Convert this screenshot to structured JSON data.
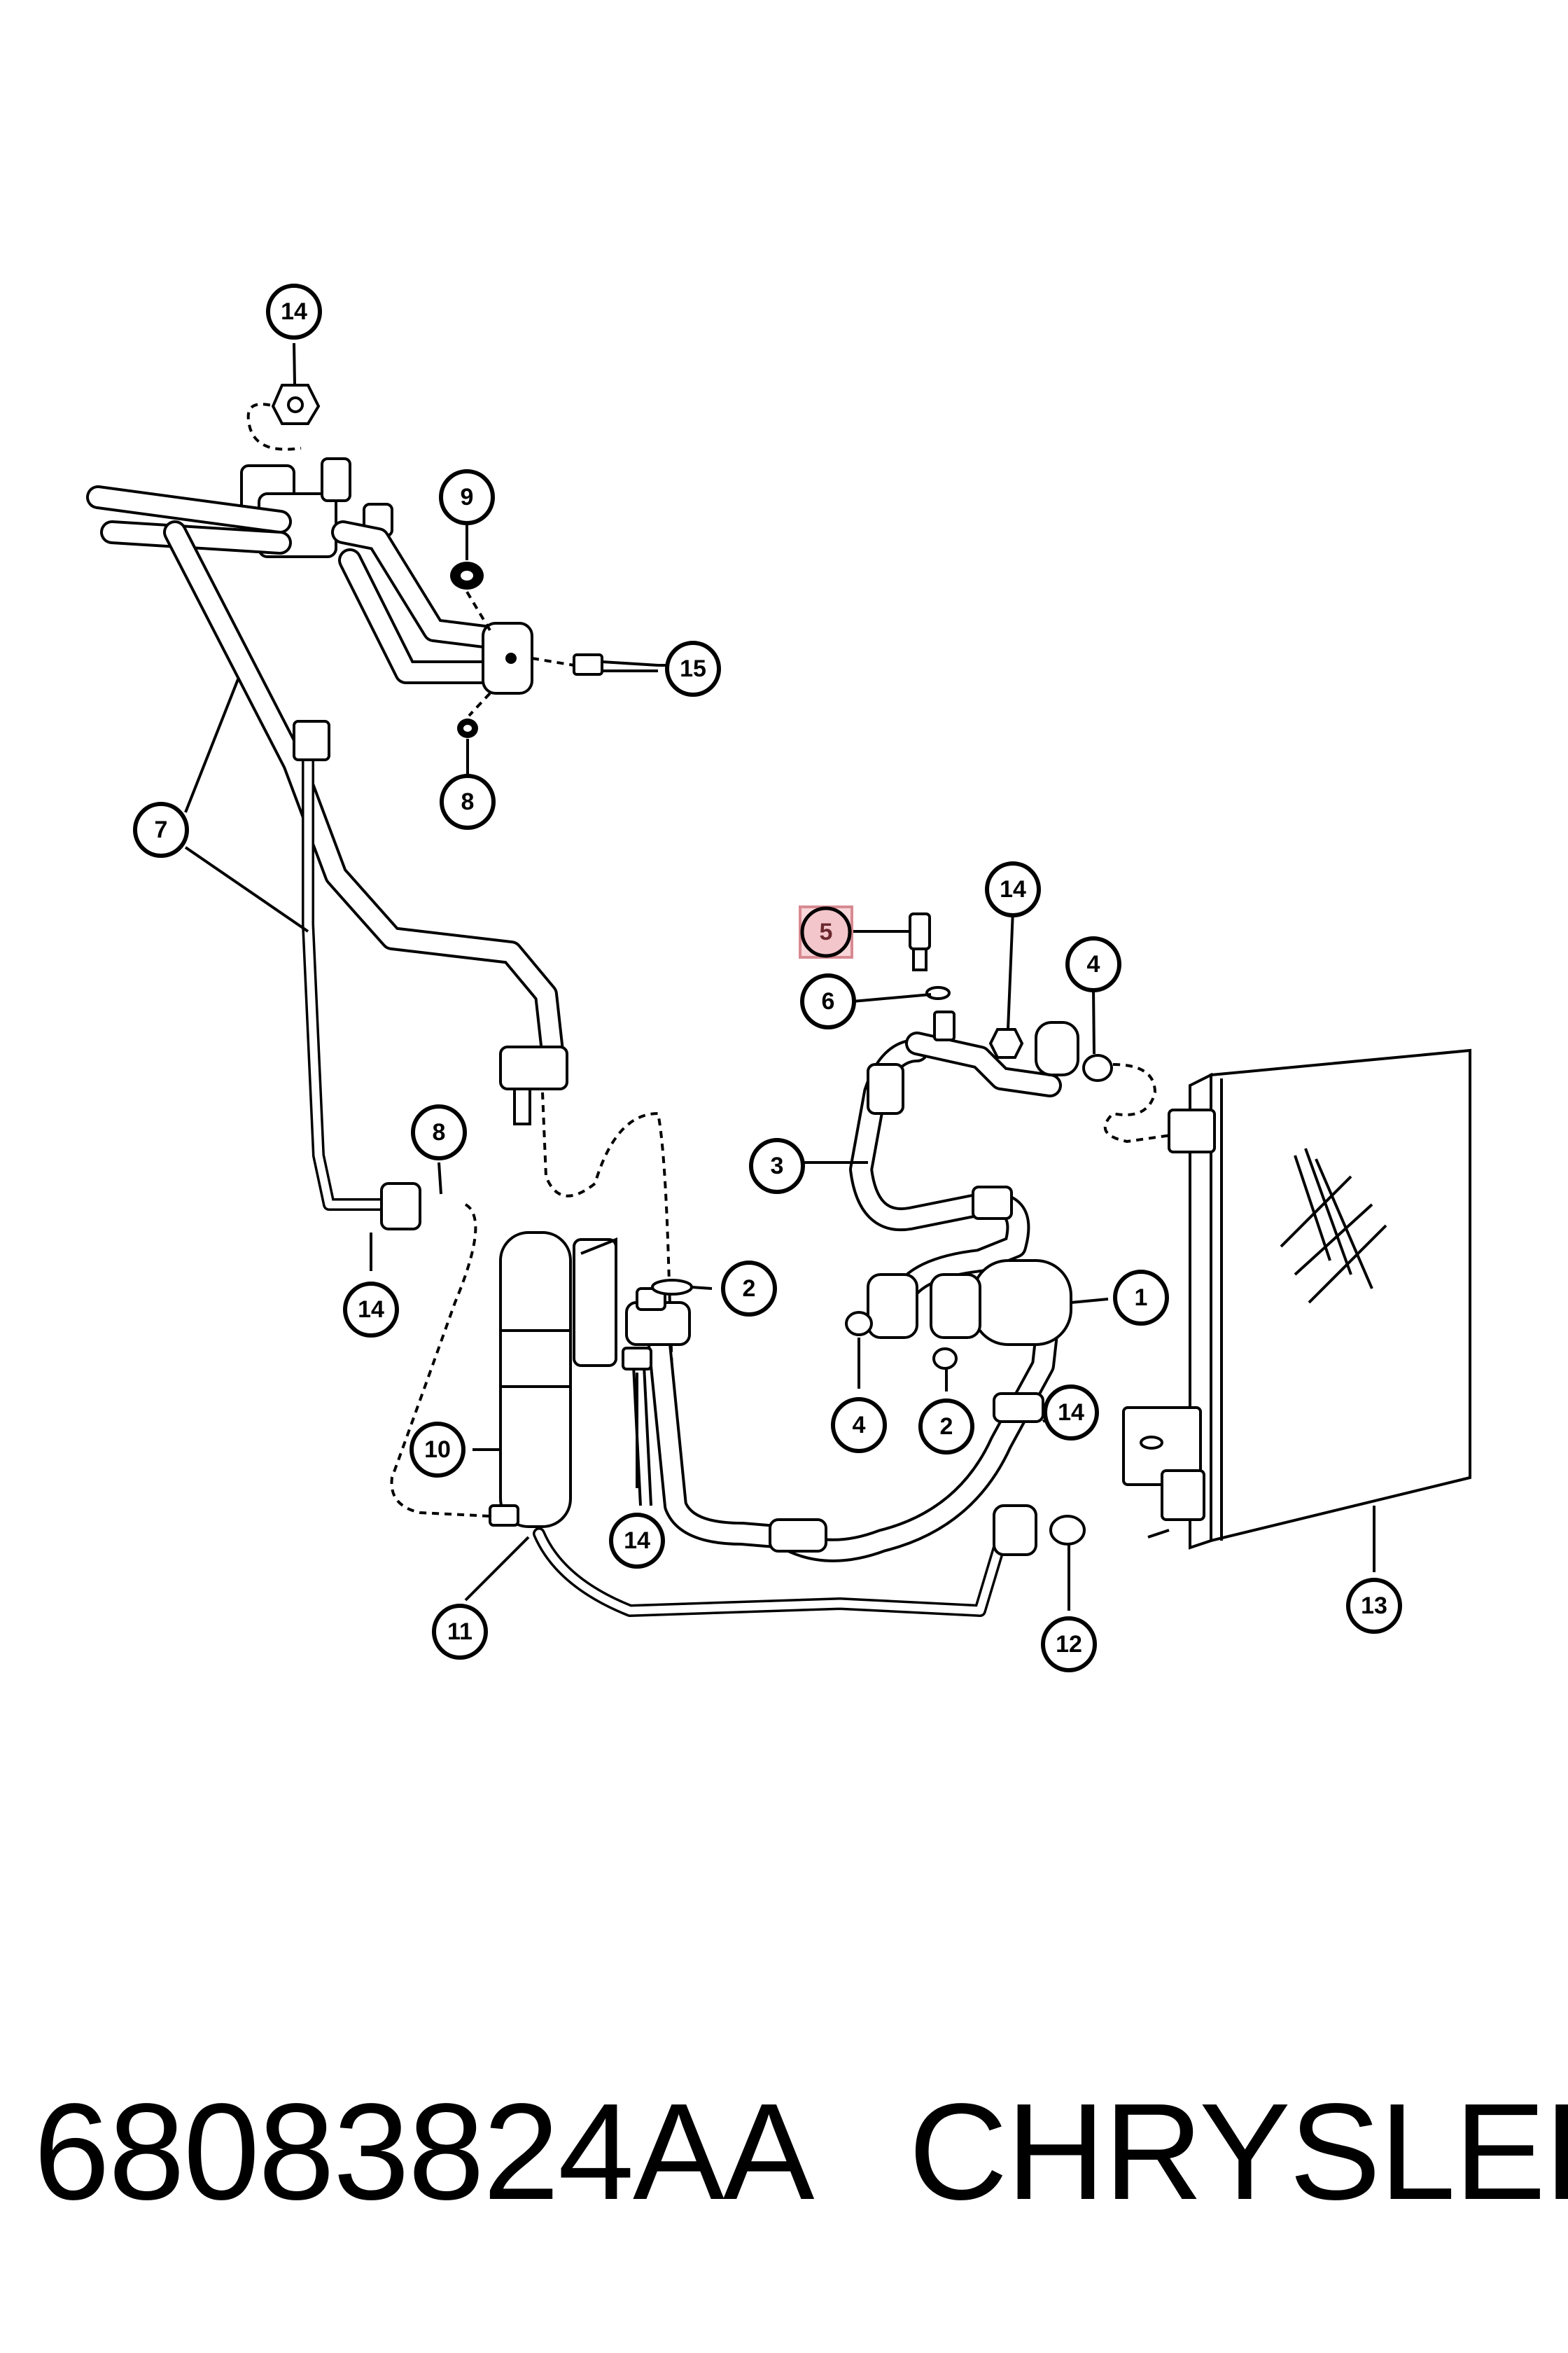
{
  "footer": {
    "part_number": "68083824AA",
    "brand": "CHRYSLER"
  },
  "callouts": [
    {
      "id": "c14-top",
      "label": "14"
    },
    {
      "id": "c9",
      "label": "9"
    },
    {
      "id": "c15",
      "label": "15"
    },
    {
      "id": "c8-top",
      "label": "8"
    },
    {
      "id": "c7",
      "label": "7"
    },
    {
      "id": "c5",
      "label": "5",
      "highlighted": true
    },
    {
      "id": "c6",
      "label": "6"
    },
    {
      "id": "c14-mid",
      "label": "14"
    },
    {
      "id": "c4-right",
      "label": "4"
    },
    {
      "id": "c3",
      "label": "3"
    },
    {
      "id": "c8-left",
      "label": "8"
    },
    {
      "id": "c14-left",
      "label": "14"
    },
    {
      "id": "c2-top",
      "label": "2"
    },
    {
      "id": "c1",
      "label": "1"
    },
    {
      "id": "c4-low",
      "label": "4"
    },
    {
      "id": "c2-low",
      "label": "2"
    },
    {
      "id": "c14-right",
      "label": "14"
    },
    {
      "id": "c10",
      "label": "10"
    },
    {
      "id": "c14-bottom",
      "label": "14"
    },
    {
      "id": "c11",
      "label": "11"
    },
    {
      "id": "c12",
      "label": "12"
    },
    {
      "id": "c13",
      "label": "13"
    }
  ],
  "colors": {
    "line": "#000000",
    "background": "#ffffff",
    "highlight": "#f3c6cb"
  }
}
